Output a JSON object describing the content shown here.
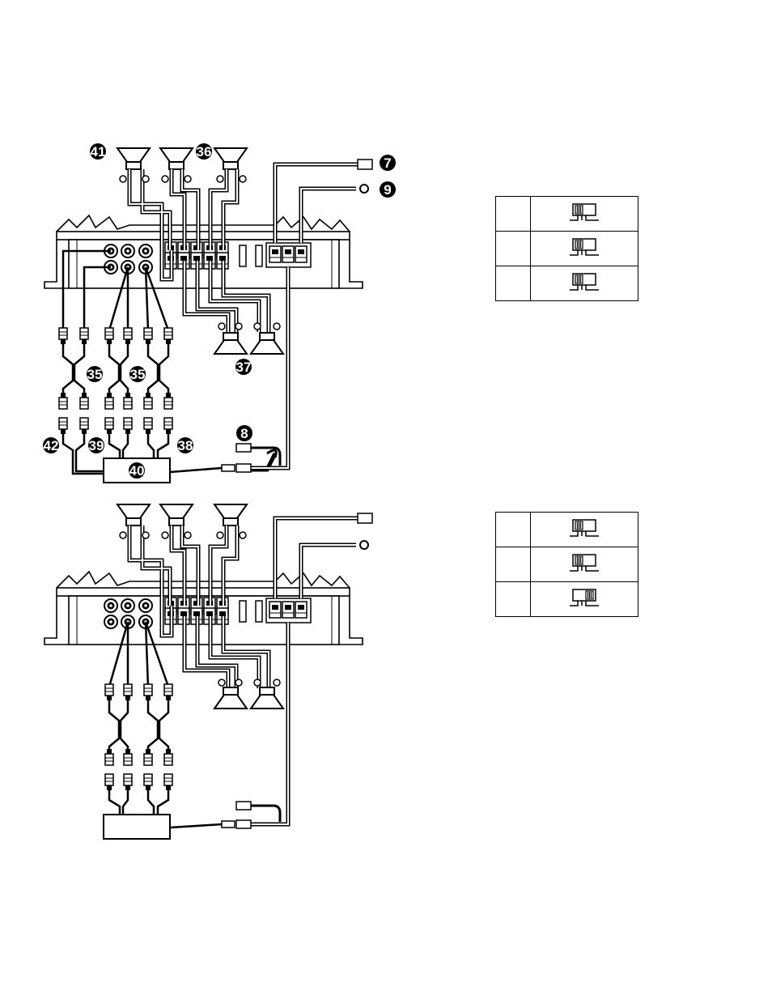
{
  "callouts": {
    "c41": "41",
    "c36": "36",
    "c7": "7",
    "c9": "9",
    "c37": "37",
    "c35a": "35",
    "c35b": "35",
    "c8": "8",
    "c42": "42",
    "c39": "39",
    "c38": "38",
    "c40": "40"
  },
  "switch_tables": [
    {
      "rows": [
        {
          "position": "left"
        },
        {
          "position": "left"
        },
        {
          "position": "left"
        }
      ]
    },
    {
      "rows": [
        {
          "position": "left"
        },
        {
          "position": "left"
        },
        {
          "position": "right"
        }
      ]
    }
  ]
}
